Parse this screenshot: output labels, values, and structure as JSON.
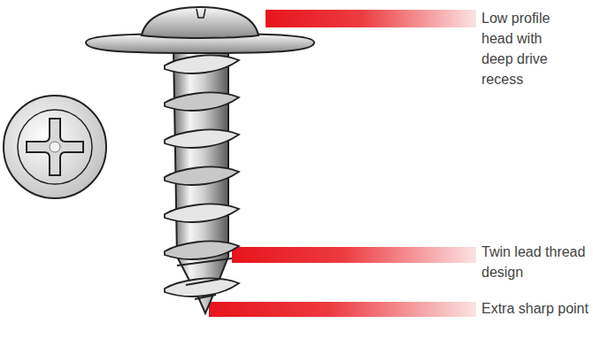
{
  "diagram": {
    "labels": [
      "Low profile head with deep drive recess",
      "Twin lead thread design",
      "Extra sharp point"
    ]
  }
}
